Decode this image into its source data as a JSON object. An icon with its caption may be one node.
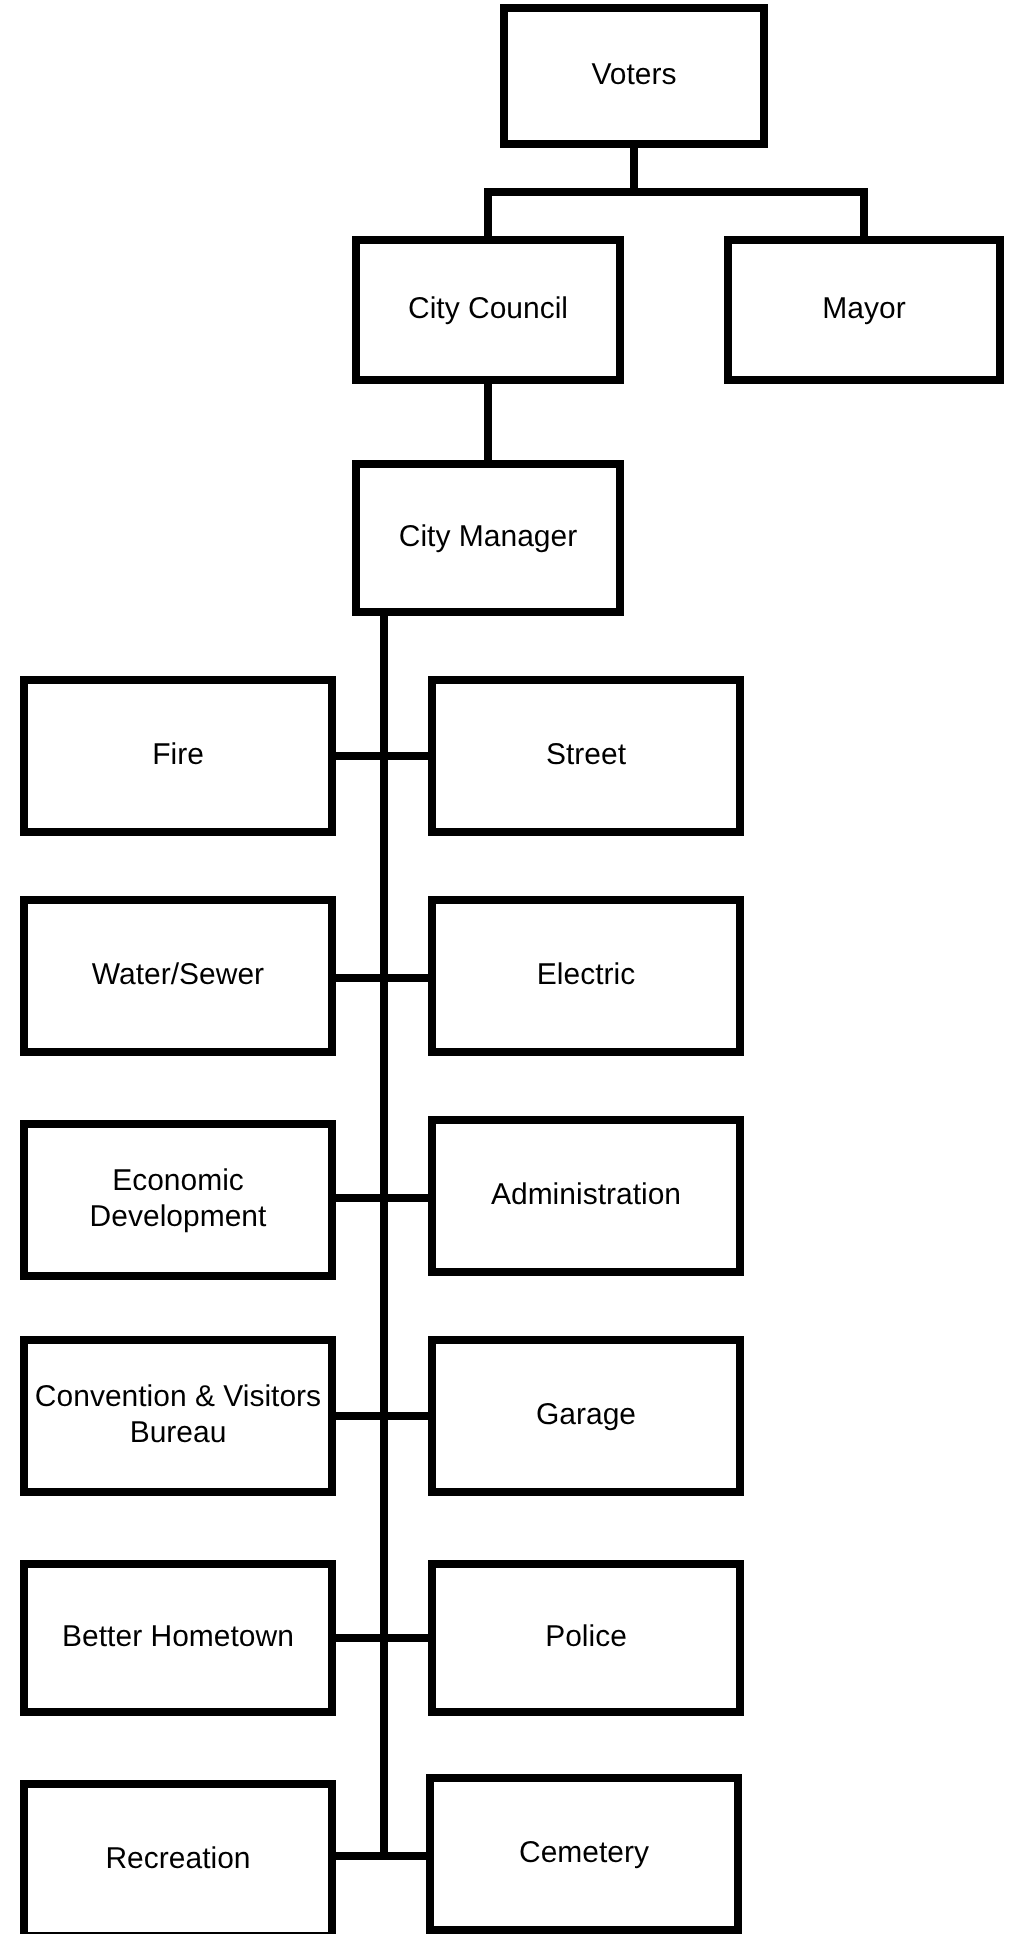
{
  "diagram": {
    "nodes": [
      {
        "text": [
          "Voters"
        ]
      },
      {
        "text": [
          "City Council"
        ]
      },
      {
        "text": [
          "Mayor"
        ]
      },
      {
        "text": [
          "City Manager"
        ]
      },
      {
        "text": [
          "Fire"
        ]
      },
      {
        "text": [
          "Street"
        ]
      },
      {
        "text": [
          "Water/Sewer"
        ]
      },
      {
        "text": [
          "Electric"
        ]
      },
      {
        "text": [
          "Economic Development"
        ]
      },
      {
        "text": [
          "Administration"
        ]
      },
      {
        "text": [
          "Convention & Visitors Bureau"
        ]
      },
      {
        "text": [
          "Garage"
        ]
      },
      {
        "text": [
          "Better Hometown"
        ]
      },
      {
        "text": [
          "Police"
        ]
      },
      {
        "text": [
          "Recreation"
        ]
      },
      {
        "text": [
          "Cemetery"
        ]
      }
    ],
    "edges": [
      {
        "from": 0,
        "to": 1,
        "arrow": "none"
      },
      {
        "from": 0,
        "to": 2,
        "arrow": "none"
      },
      {
        "from": 1,
        "to": 3,
        "arrow": "none"
      },
      {
        "from": 3,
        "to": 4,
        "arrow": "none"
      },
      {
        "from": 3,
        "to": 5,
        "arrow": "none"
      },
      {
        "from": 3,
        "to": 6,
        "arrow": "none"
      },
      {
        "from": 3,
        "to": 7,
        "arrow": "none"
      },
      {
        "from": 3,
        "to": 8,
        "arrow": "none"
      },
      {
        "from": 3,
        "to": 9,
        "arrow": "none"
      },
      {
        "from": 3,
        "to": 10,
        "arrow": "none"
      },
      {
        "from": 3,
        "to": 11,
        "arrow": "none"
      },
      {
        "from": 3,
        "to": 12,
        "arrow": "none"
      },
      {
        "from": 3,
        "to": 13,
        "arrow": "none"
      },
      {
        "from": 3,
        "to": 14,
        "arrow": "none"
      },
      {
        "from": 3,
        "to": 15,
        "arrow": "none"
      }
    ]
  }
}
